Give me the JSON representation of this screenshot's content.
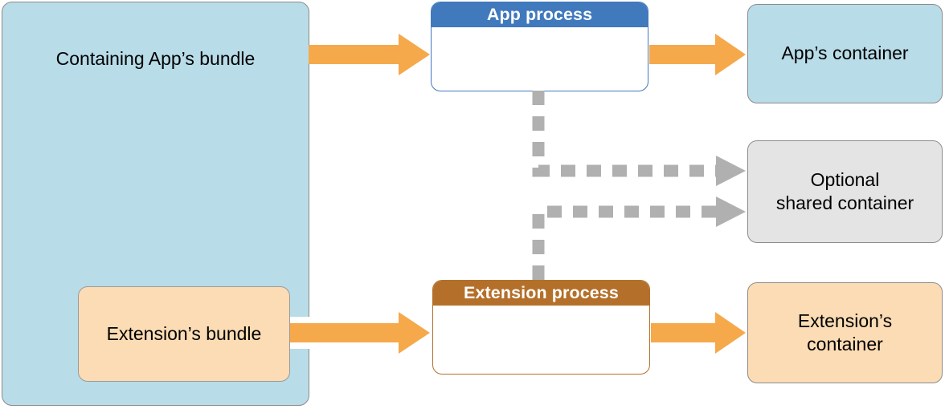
{
  "diagram": {
    "title": "App extension process and container architecture",
    "colors": {
      "light_blue_fill": "#b8dce8",
      "peach_fill": "#fbdcb4",
      "gray_fill": "#e4e4e4",
      "blue_header": "#4179bd",
      "brown_header": "#b4702a",
      "orange_arrow": "#f5a94b",
      "gray_arrow": "#b0b0b0",
      "box_border": "#8c8c8c",
      "text": "#000000",
      "header_text": "#ffffff",
      "background": "#ffffff"
    },
    "nodes": {
      "containing_app_bundle": {
        "label": "Containing App’s bundle"
      },
      "extension_bundle": {
        "label": "Extension’s bundle"
      },
      "app_process": {
        "label": "App process"
      },
      "extension_process": {
        "label": "Extension process"
      },
      "app_container": {
        "label": "App’s container"
      },
      "shared_container": {
        "label": "Optional\nshared container"
      },
      "extension_container": {
        "label": "Extension’s\ncontainer"
      }
    },
    "edges": [
      {
        "name": "containing-app-to-app-process",
        "from": "containing_app_bundle",
        "to": "app_process",
        "style": "solid",
        "color": "#f5a94b"
      },
      {
        "name": "app-process-to-app-container",
        "from": "app_process",
        "to": "app_container",
        "style": "solid",
        "color": "#f5a94b"
      },
      {
        "name": "extension-bundle-to-extension-process",
        "from": "extension_bundle",
        "to": "extension_process",
        "style": "solid",
        "color": "#f5a94b"
      },
      {
        "name": "extension-process-to-extension-container",
        "from": "extension_process",
        "to": "extension_container",
        "style": "solid",
        "color": "#f5a94b"
      },
      {
        "name": "app-process-to-shared-container",
        "from": "app_process",
        "to": "shared_container",
        "style": "dashed",
        "color": "#b0b0b0"
      },
      {
        "name": "extension-process-to-shared-container",
        "from": "extension_process",
        "to": "shared_container",
        "style": "dashed",
        "color": "#b0b0b0"
      }
    ]
  }
}
